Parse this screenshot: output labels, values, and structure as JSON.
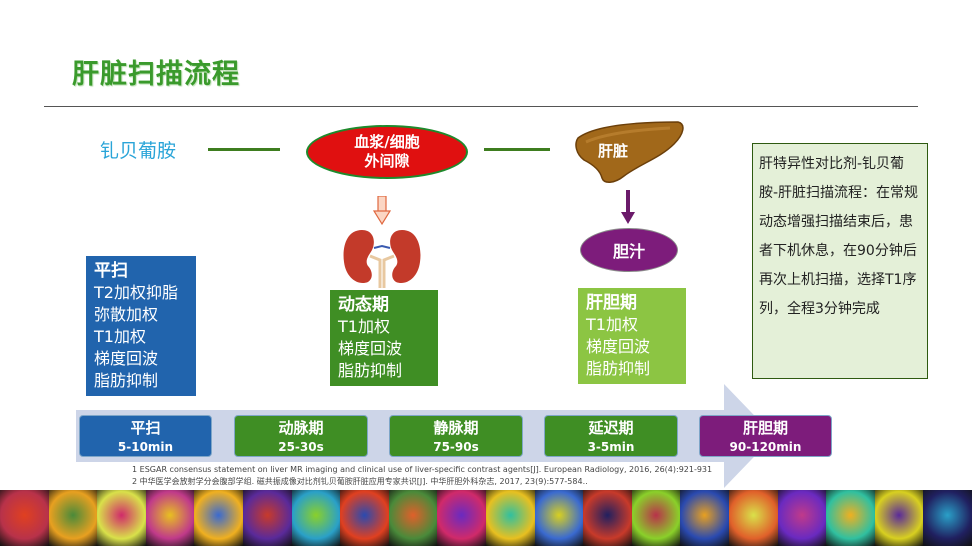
{
  "title": "肝脏扫描流程",
  "agent_label": "钆贝葡胺",
  "blood_oval": {
    "line1": "血浆/细胞",
    "line2": "外间隙"
  },
  "liver_label": "肝脏",
  "bile_label": "胆汁",
  "plain_box": {
    "heading": "平扫",
    "items": [
      "T2加权抑脂",
      "弥散加权",
      "T1加权",
      "梯度回波",
      "脂肪抑制"
    ]
  },
  "dynamic_box": {
    "heading": "动态期",
    "items": [
      "T1加权",
      "梯度回波",
      "脂肪抑制"
    ]
  },
  "hbp_box": {
    "heading": "肝胆期",
    "items": [
      "T1加权",
      "梯度回波",
      "脂肪抑制"
    ]
  },
  "note_text": "肝特异性对比剂-钆贝葡胺-肝脏扫描流程：在常规动态增强扫描结束后，患者下机休息，在90分钟后再次上机扫描，选择T1序列，全程3分钟完成",
  "phases": [
    {
      "name": "平扫",
      "time": "5-10min",
      "color": "#2164ad"
    },
    {
      "name": "动脉期",
      "time": "25-30s",
      "color": "#3f8e24"
    },
    {
      "name": "静脉期",
      "time": "75-90s",
      "color": "#3f8e24"
    },
    {
      "name": "延迟期",
      "time": "3-5min",
      "color": "#3f8e24"
    },
    {
      "name": "肝胆期",
      "time": "90-120min",
      "color": "#7d1c7b"
    }
  ],
  "references": [
    "1  ESGAR consensus statement on liver MR imaging and clinical use of liver-specific contrast agents[J]. European Radiology, 2016, 26(4):921-931",
    "2  中华医学会放射学分会腹部学组. 磁共振成像对比剂钆贝葡胺肝脏应用专家共识[J]. 中华肝胆外科杂志, 2017, 23(9):577-584.."
  ],
  "strip_colors": [
    "#b8324a",
    "#e8a020",
    "#d9e14a",
    "#c03a8a",
    "#f0b020",
    "#5a2a9a",
    "#2aa0c8",
    "#e04020",
    "#4a8a3a",
    "#d02a6a",
    "#e8c020",
    "#3a6ad0",
    "#c83a2a",
    "#8ad02a",
    "#2a4ab0",
    "#e0602a",
    "#6a2ac0",
    "#30c0a0",
    "#d8d020",
    "#202060"
  ]
}
